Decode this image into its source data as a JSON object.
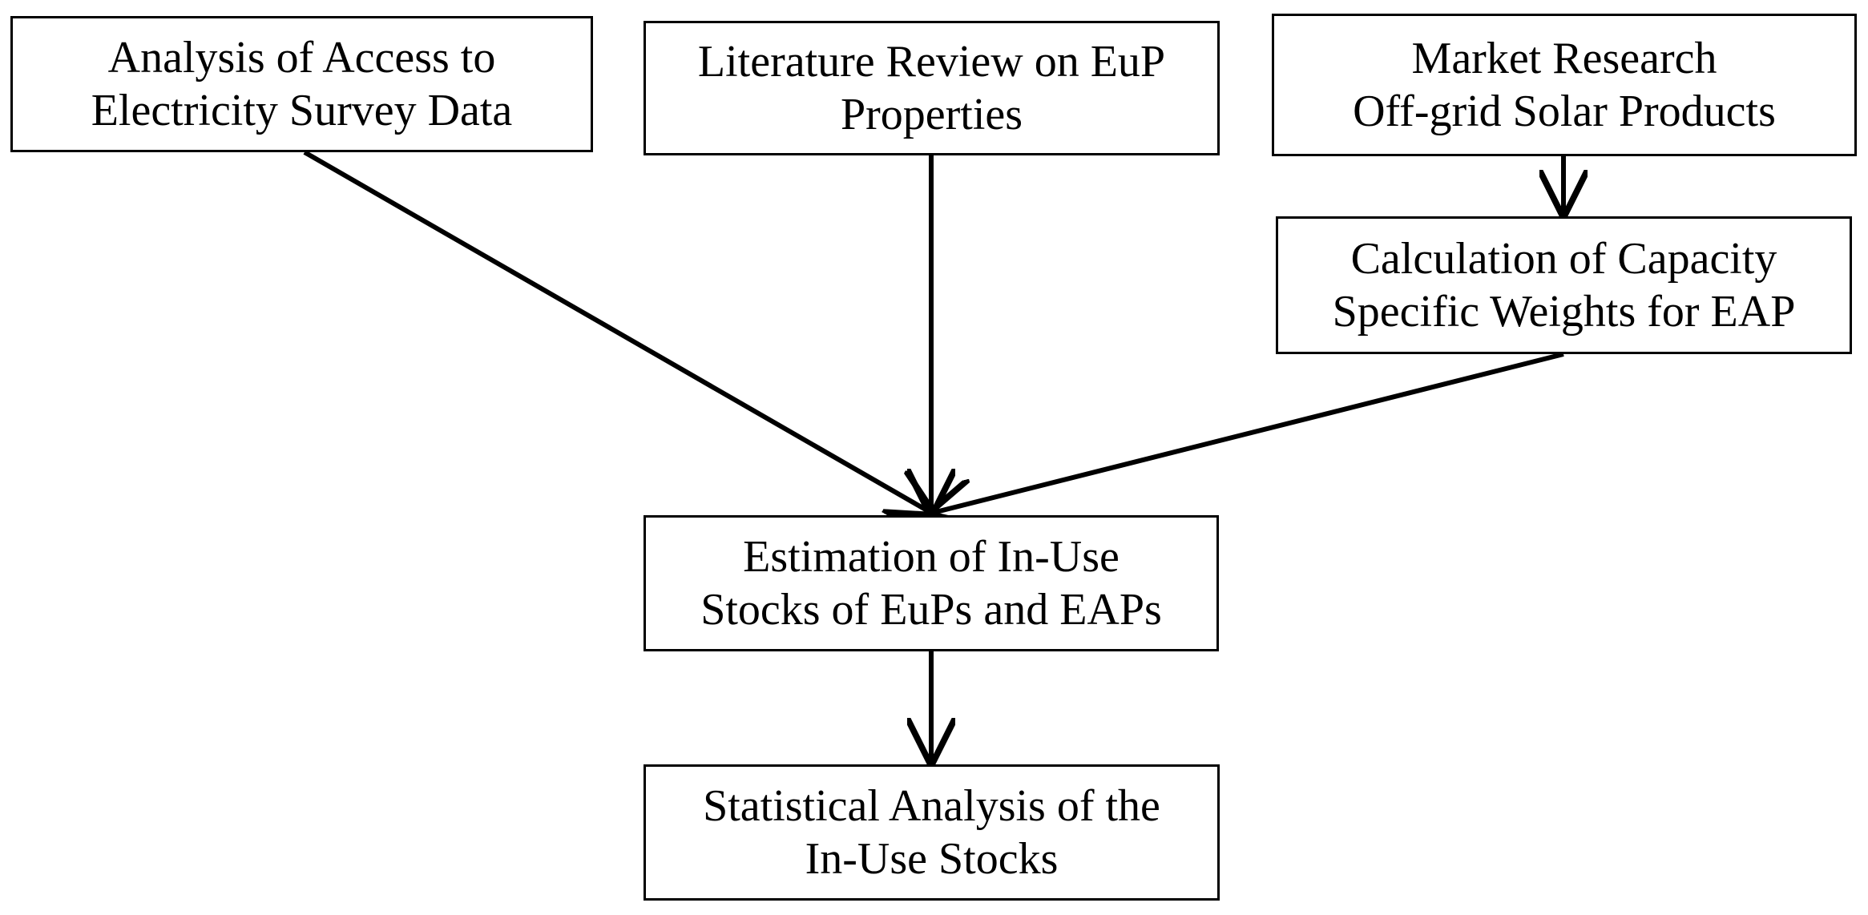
{
  "boxes": {
    "survey": {
      "lines": [
        "Analysis of Access to",
        "Electricity Survey Data"
      ]
    },
    "lit": {
      "lines": [
        "Literature Review on EuP",
        "Properties"
      ]
    },
    "market": {
      "lines": [
        "Market Research",
        "Off-grid Solar Products"
      ]
    },
    "capacity": {
      "lines": [
        "Calculation of Capacity",
        "Specific Weights for EAP"
      ]
    },
    "estim": {
      "lines": [
        "Estimation of In-Use",
        "Stocks of EuPs and EAPs"
      ]
    },
    "stat": {
      "lines": [
        "Statistical Analysis of the",
        "In-Use Stocks"
      ]
    }
  },
  "edges": [
    {
      "from": "survey",
      "to": "estim"
    },
    {
      "from": "lit",
      "to": "estim"
    },
    {
      "from": "market",
      "to": "capacity"
    },
    {
      "from": "capacity",
      "to": "estim"
    },
    {
      "from": "estim",
      "to": "stat"
    }
  ],
  "colors": {
    "line": "#000000",
    "box_border": "#000000",
    "background": "#ffffff"
  }
}
